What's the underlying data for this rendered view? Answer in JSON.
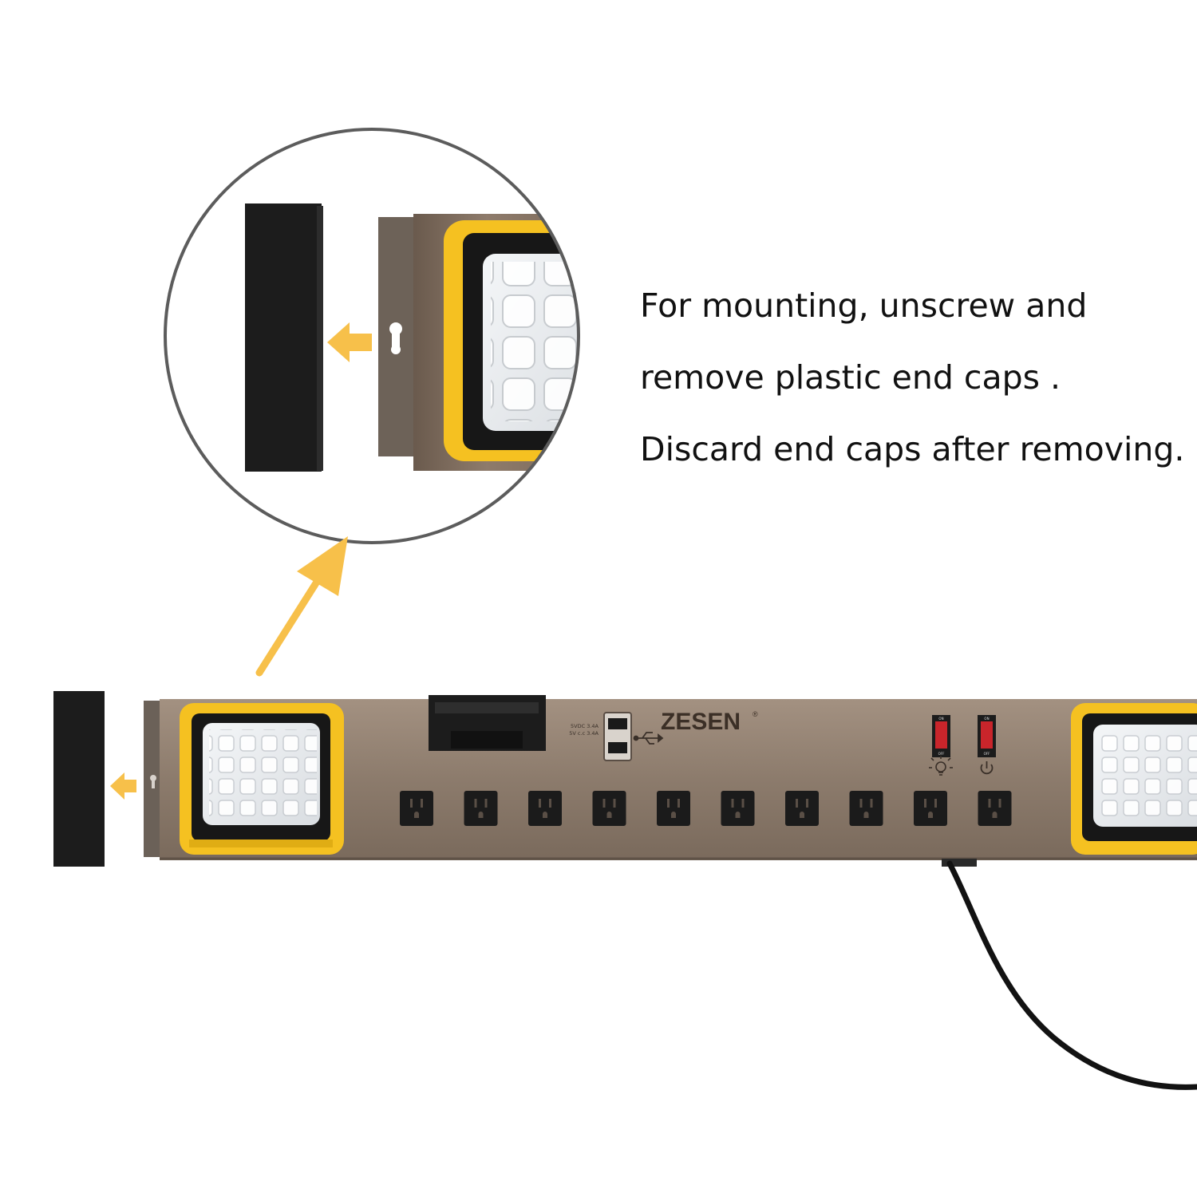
{
  "brand": "ZESEN",
  "trademark": "®",
  "usb_label": "5VDC 3.4A\n5V c.c 3.4A",
  "switch_on": "ON",
  "switch_off": "OFF",
  "instructions": [
    "For mounting, unscrew and",
    "remove plastic end caps .",
    "Discard end caps after removing."
  ],
  "outlet_count": 10,
  "colors": {
    "accent_arrow": "#f7c04a",
    "frame_yellow": "#f5c121",
    "bronze": "#8e7d6e",
    "end_cap": "#1b1b1b",
    "switch_red": "#c9252b",
    "circle_border": "#5c5c5c"
  }
}
